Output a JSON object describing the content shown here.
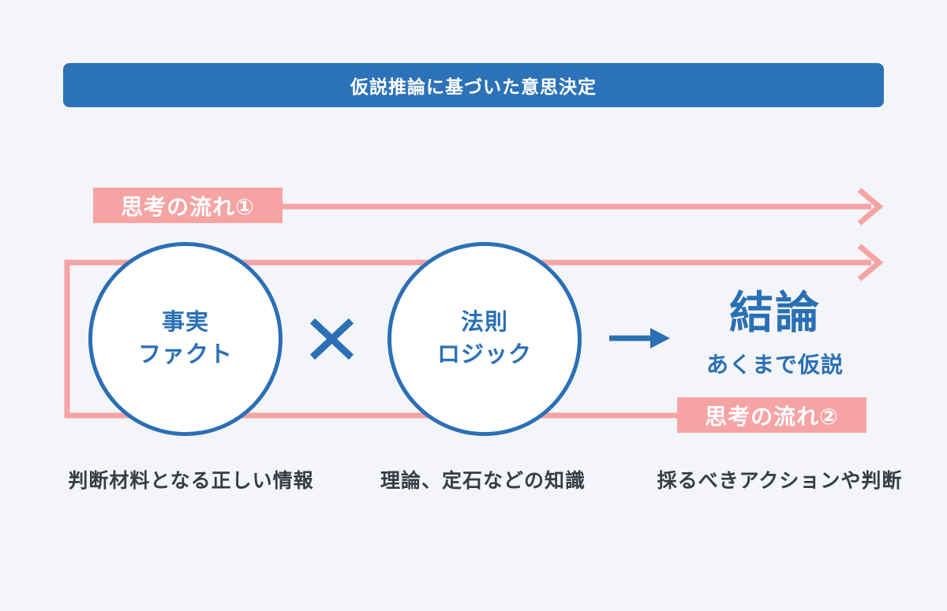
{
  "colors": {
    "background": "#F4F5F8",
    "blue": "#2B72B8",
    "blue_text": "#2A70B5",
    "pink": "#F5A3A3",
    "dark_text": "#383D45",
    "white": "#FFFFFF"
  },
  "header": {
    "title": "仮説推論に基づいた意思決定"
  },
  "flow1": {
    "label": "思考の流れ①"
  },
  "flow2": {
    "label": "思考の流れ②"
  },
  "fact": {
    "line1": "事実",
    "line2": "ファクト",
    "caption": "判断材料となる正しい情報"
  },
  "operator": {
    "icon": "multiply-icon",
    "glyph": "×"
  },
  "logic": {
    "line1": "法則",
    "line2": "ロジック",
    "caption": "理論、定石などの知識"
  },
  "conclusion": {
    "title": "結論",
    "subtitle": "あくまで仮説",
    "caption": "採るべきアクションや判断"
  }
}
